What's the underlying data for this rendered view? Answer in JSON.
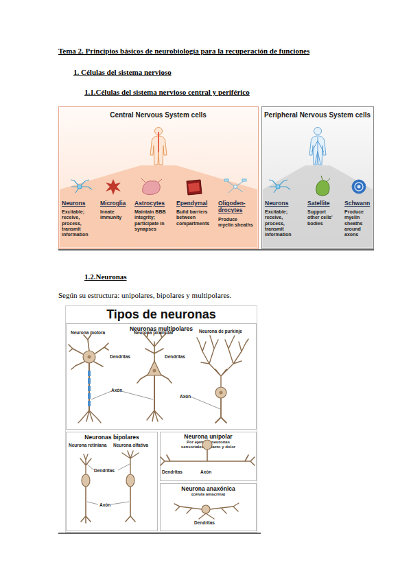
{
  "diagram": {
    "title": "Tema 2. Principios básicos de neurobiología para la recuperación de funciones",
    "nodes": [
      {
        "text": [
          "Central Nervous System cells"
        ]
      },
      {
        "text": [
          "Peripheral Nervous System cells"
        ]
      },
      {
        "text": [
          "Tipos de neuronas"
        ]
      },
      {
        "text": [
          "Neuronas multipolares"
        ],
        "in": 2
      },
      {
        "text": [
          "Neuronas bipolares"
        ],
        "in": 2
      },
      {
        "text": [
          "Neurona unipolar",
          "Por ejemplo neuronas sensoriales de tacto y dolor"
        ],
        "in": 2
      },
      {
        "text": [
          "Neurona anaxónica",
          "(célula amacrina)"
        ],
        "in": 2
      }
    ],
    "labels": [
      "1. Células del sistema nervioso",
      "1.1.Células del sistema nervioso central y periférico",
      "Neurons",
      "Excitable; receive, process, transmit information",
      "Microglia",
      "Innate immunity",
      "Astrocytes",
      "Maintain BBB integrity; participate in synapses",
      "Ependymal",
      "Build barriers between compartments",
      "Oligoden-drocytes",
      "Produce myelin sheaths",
      "Neurons",
      "Excitable; receive, process, transmit information",
      "Satellite",
      "Support other cells' bodies",
      "Schwann",
      "Produce myelin sheaths around axons",
      "1.2.Neuronas",
      "Según su estructura: unipolares, bipolares y multipolares.",
      "Neurona motora",
      "Neurona piramidal",
      "Neurona de purkinje",
      "Dendritas",
      "Dendritas",
      "Axón",
      "Axón",
      "Neurona retiniana",
      "Neurona olfativa",
      "Dendritas",
      "Axón",
      "Dendritas",
      "Axón",
      "Dendritas"
    ]
  }
}
